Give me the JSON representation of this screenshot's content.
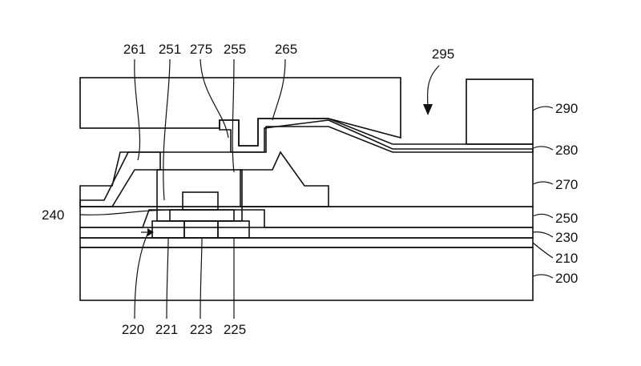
{
  "labels": {
    "l200": "200",
    "l210": "210",
    "l220": "220",
    "l221": "221",
    "l223": "223",
    "l225": "225",
    "l230": "230",
    "l240": "240",
    "l250": "250",
    "l251": "251",
    "l255": "255",
    "l261": "261",
    "l265": "265",
    "l270": "270",
    "l275": "275",
    "l280": "280",
    "l290": "290",
    "l295": "295"
  }
}
